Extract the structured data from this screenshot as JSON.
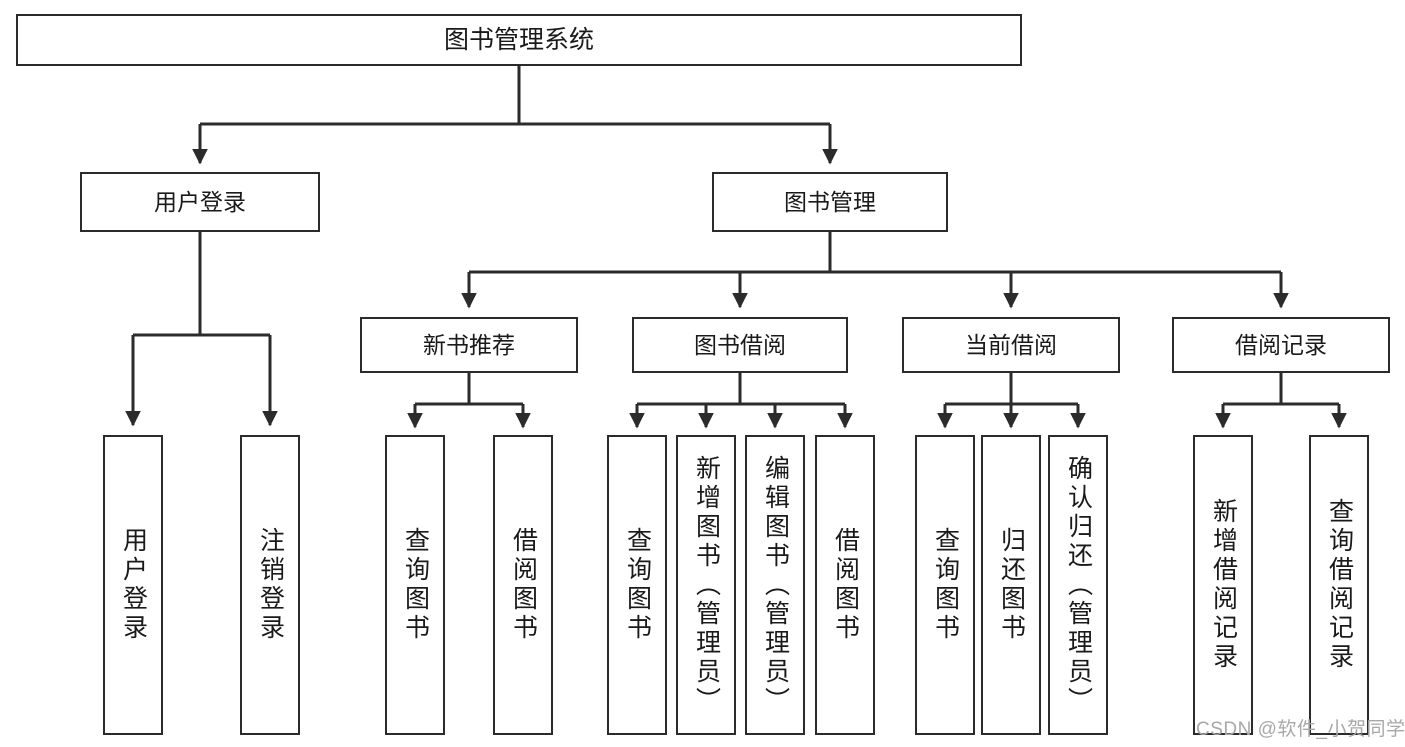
{
  "diagram": {
    "title": "图书管理系统",
    "type": "tree-hierarchy-diagram",
    "watermark": "CSDN @软件_小贺同学",
    "colors": {
      "background": "#ffffff",
      "box_border": "#2b2b2b",
      "box_fill": "#ffffff",
      "text": "#1a1a1a",
      "edge": "#2b2b2b",
      "watermark": "#a8a8a8"
    },
    "root": {
      "label": "图书管理系统"
    },
    "tier1": [
      {
        "label": "用户登录"
      },
      {
        "label": "图书管理"
      }
    ],
    "tier2": [
      {
        "label": "新书推荐"
      },
      {
        "label": "图书借阅"
      },
      {
        "label": "当前借阅"
      },
      {
        "label": "借阅记录"
      }
    ],
    "leaves": {
      "user_login": [
        {
          "label": "用户登录"
        },
        {
          "label": "注销登录"
        }
      ],
      "new_book_recommend": [
        {
          "label": "查询图书"
        },
        {
          "label": "借阅图书"
        }
      ],
      "book_borrow": [
        {
          "label": "查询图书"
        },
        {
          "label": "新增图书（管理员）"
        },
        {
          "label": "编辑图书（管理员）"
        },
        {
          "label": "借阅图书"
        }
      ],
      "current_borrow": [
        {
          "label": "查询图书"
        },
        {
          "label": "归还图书"
        },
        {
          "label": "确认归还（管理员）"
        }
      ],
      "borrow_record": [
        {
          "label": "新增借阅记录"
        },
        {
          "label": "查询借阅记录"
        }
      ]
    }
  }
}
